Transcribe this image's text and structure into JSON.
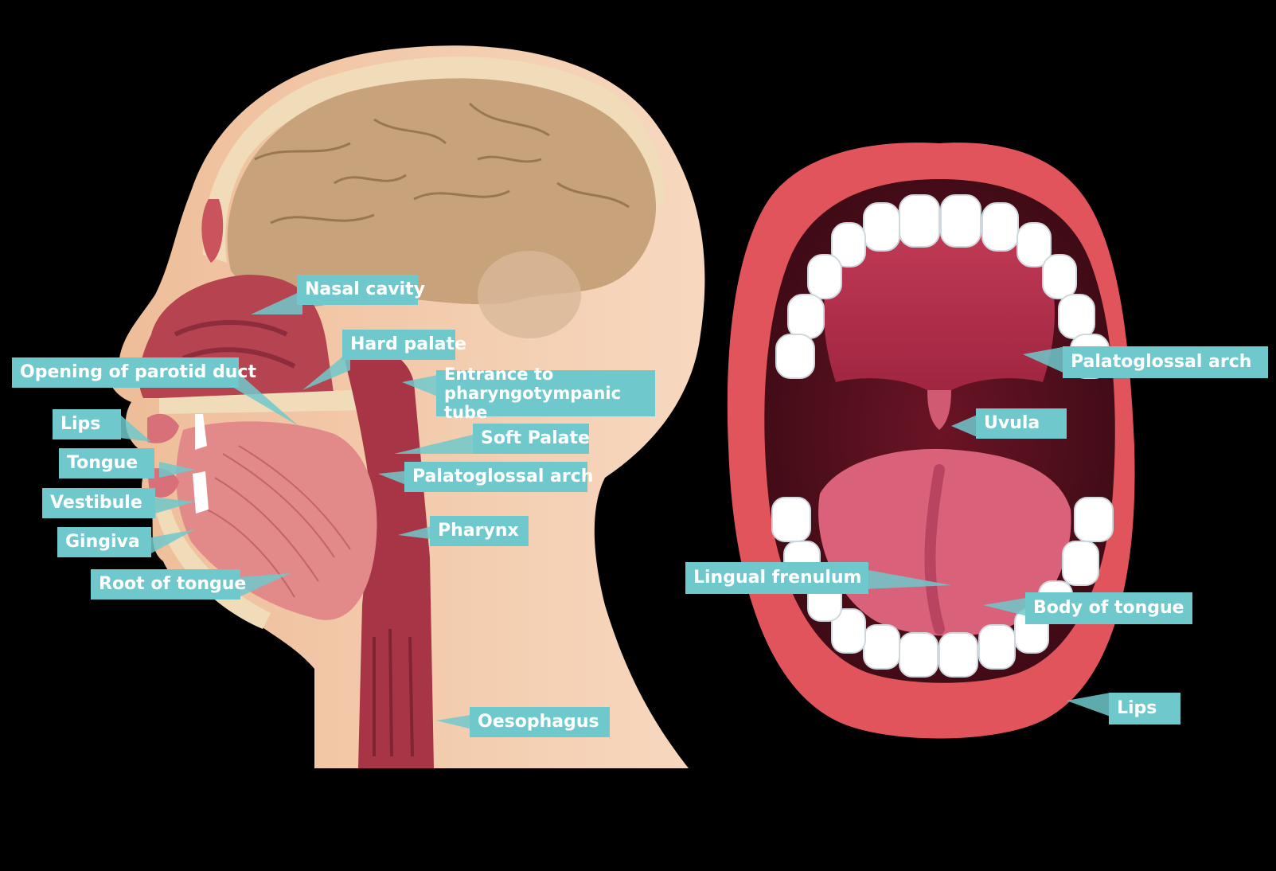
{
  "head_labels": {
    "nasal_cavity": "Nasal cavity",
    "hard_palate": "Hard palate",
    "opening_parotid": "Opening of parotid duct",
    "entrance_line1": "Entrance to",
    "entrance_line2": "pharyngotympanic tube",
    "lips": "Lips",
    "soft_palate": "Soft Palate",
    "tongue": "Tongue",
    "palatoglossal_arch": "Palatoglossal arch",
    "vestibule": "Vestibule",
    "gingiva": "Gingiva",
    "pharynx": "Pharynx",
    "root_of_tongue": "Root of tongue",
    "oesophagus": "Oesophagus"
  },
  "mouth_labels": {
    "palatoglossal_arch": "Palatoglossal arch",
    "uvula": "Uvula",
    "lingual_frenulum": "Lingual frenulum",
    "body_of_tongue": "Body of tongue",
    "lips": "Lips"
  },
  "colors": {
    "label_bg": "#6fc9cc",
    "label_text": "#ffffff",
    "skin": "#f2c9a8",
    "brain": "#c7a27b",
    "flesh": "#b8434f",
    "lip": "#e2545c",
    "tooth": "#ffffff",
    "background": "#000000"
  }
}
